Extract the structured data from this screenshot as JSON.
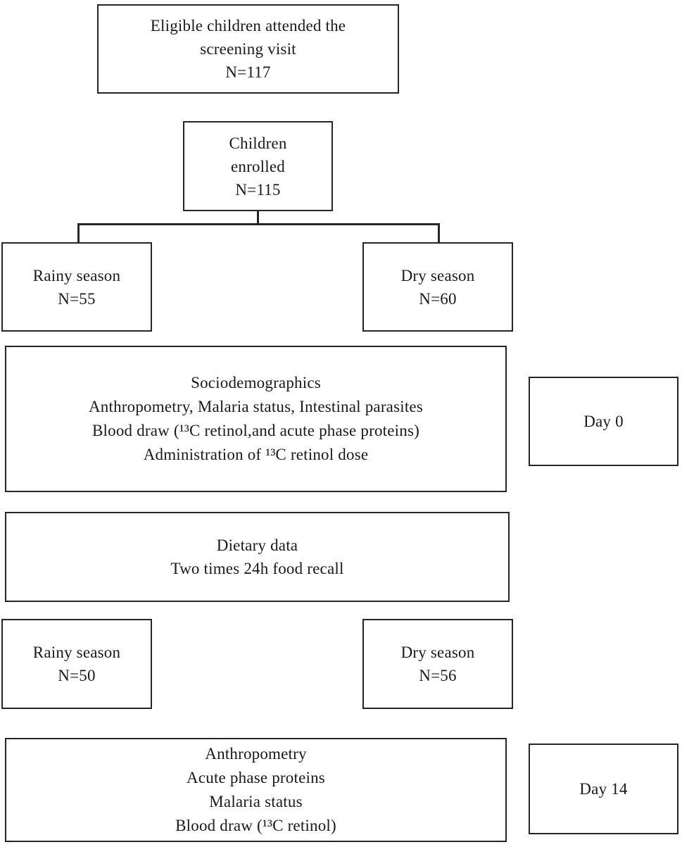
{
  "diagram": {
    "title": "Study participant flow chart",
    "colors": {
      "border": "#262626",
      "background": "#ffffff",
      "text": "#1a1a1a"
    },
    "boxes": {
      "screening": {
        "text": "Eligible children attended the\nscreening visit\nN=117"
      },
      "enrolled": {
        "text": "Children\nenrolled\nN=115"
      },
      "rainy1": {
        "text": "Rainy season\nN=55"
      },
      "dry1": {
        "text": "Dry season\nN=60"
      },
      "baseline": {
        "text": "Sociodemographics\nAnthropometry, Malaria status, Intestinal parasites\nBlood draw (¹³C retinol,and acute phase proteins)\nAdministration of ¹³C retinol dose"
      },
      "day0": {
        "text": "Day 0"
      },
      "dietary": {
        "text": "Dietary data\nTwo times 24h food recall"
      },
      "rainy2": {
        "text": "Rainy season\nN=50"
      },
      "dry2": {
        "text": "Dry season\nN=56"
      },
      "followup": {
        "text": "Anthropometry\nAcute phase proteins\nMalaria status\nBlood draw (¹³C retinol)"
      },
      "day14": {
        "text": "Day 14"
      }
    }
  }
}
